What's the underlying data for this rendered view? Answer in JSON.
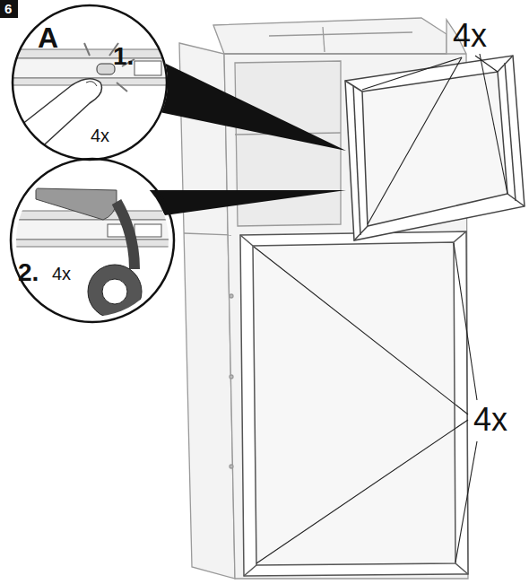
{
  "diagram": {
    "nodes": [
      {
        "text": [
          "1.",
          "4x"
        ]
      },
      {
        "text": [
          "2.",
          "4x"
        ]
      }
    ],
    "labels": [
      "6",
      "A",
      "4x",
      "4x"
    ]
  }
}
